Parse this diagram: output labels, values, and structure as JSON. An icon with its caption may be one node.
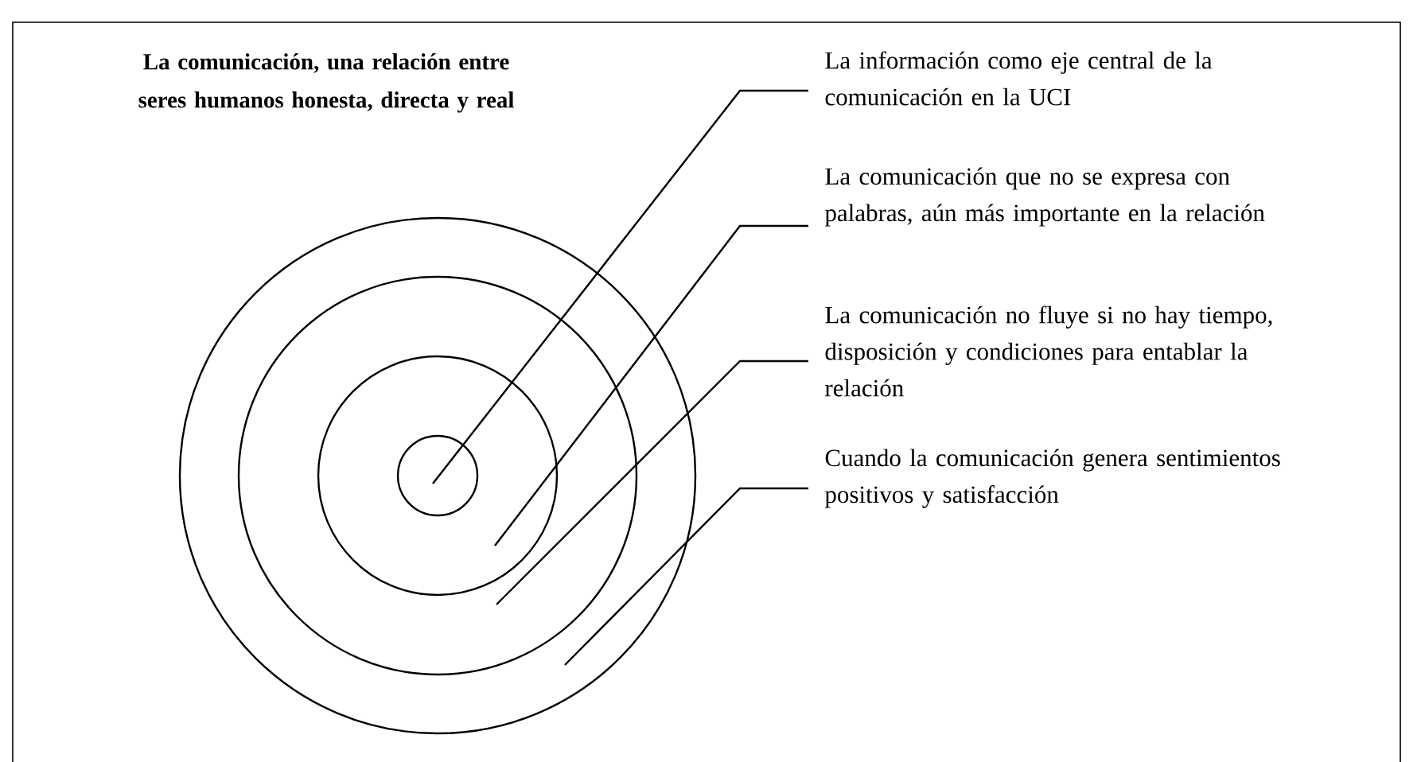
{
  "diagram": {
    "title": "La comunicación, una relación entre seres humanos honesta, directa y real",
    "nodes": [
      {
        "text": [
          "La información como eje central de la comunicación en la UCI"
        ]
      },
      {
        "text": [
          "La comunicación que no se expresa con palabras, aún más importante en la relación"
        ]
      },
      {
        "text": [
          "La comunicación no fluye si no hay tiempo, disposición y condiciones para entablar la relación"
        ]
      },
      {
        "text": [
          "Cuando la comunicación genera sentimientos positivos y satisfacción"
        ]
      },
      {
        "text": [],
        "shape": "circle"
      },
      {
        "text": [],
        "shape": "circle",
        "in": 4
      },
      {
        "text": [],
        "shape": "circle",
        "in": 5
      },
      {
        "text": [],
        "shape": "circle",
        "in": 6
      }
    ],
    "edges": [
      {
        "from": 0,
        "to": 7,
        "arrow": "none"
      },
      {
        "from": 1,
        "to": 6,
        "arrow": "none"
      },
      {
        "from": 2,
        "to": 5,
        "arrow": "none"
      },
      {
        "from": 3,
        "to": 4,
        "arrow": "none"
      }
    ]
  }
}
